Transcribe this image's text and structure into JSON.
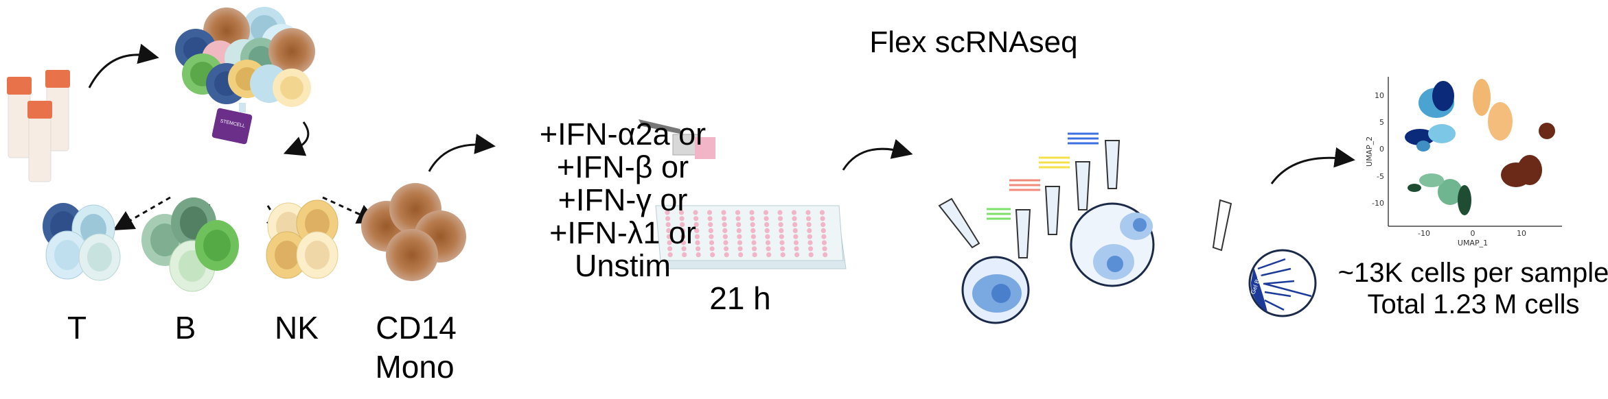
{
  "cell_types": [
    "T",
    "B",
    "NK",
    "CD14",
    "Mono"
  ],
  "stimulations": [
    "+IFN-α2a or",
    "+IFN-β or",
    "+IFN-γ or",
    "+IFN-λ1 or",
    "Unstim"
  ],
  "incubation": "21 h",
  "sequencing": {
    "title": "Flex scRNAseq",
    "bead_label": "Gel Bead"
  },
  "device_label": "STEMCELL",
  "umap": {
    "xlabel": "UMAP_1",
    "ylabel": "UMAP_2",
    "xticks": [
      "-10",
      "0",
      "10"
    ],
    "yticks": [
      "10",
      "5",
      "0",
      "-5",
      "-10"
    ],
    "colors": {
      "T": "#0b2a7a",
      "T_light": "#4aa3d0",
      "NK": "#f2b872",
      "Mono": "#6b2a17",
      "B": "#6fb58f",
      "B_dark": "#1f4d34"
    }
  },
  "summary": [
    "~13K cells per sample",
    "Total 1.23 M cells"
  ]
}
